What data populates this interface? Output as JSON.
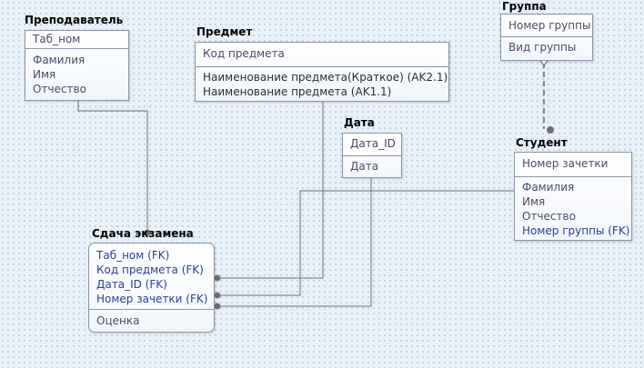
{
  "entities": {
    "teacher": {
      "title": "Преподаватель",
      "keys": [
        "Таб_ном"
      ],
      "attrs": [
        "Фамилия",
        "Имя",
        "Отчество"
      ]
    },
    "subject": {
      "title": "Предмет",
      "keys": [
        "Код предмета"
      ],
      "attrs": [
        "Наименование предмета(Краткое) (AK2.1)",
        "Наименование предмета (AK1.1)"
      ]
    },
    "group": {
      "title": "Группа",
      "keys": [
        "Номер группы"
      ],
      "attrs": [
        "Вид группы"
      ]
    },
    "date": {
      "title": "Дата",
      "keys": [
        "Дата_ID"
      ],
      "attrs": [
        "Дата"
      ]
    },
    "student": {
      "title": "Студент",
      "keys": [
        "Номер зачетки"
      ],
      "attrs": [
        "Фамилия",
        "Имя",
        "Отчество",
        "Номер группы (FK)"
      ]
    },
    "exam": {
      "title": "Сдача экзамена",
      "keys": [
        "Таб_ном (FK)",
        "Код предмета (FK)",
        "Дата_ID (FK)",
        "Номер зачетки (FK)"
      ],
      "attrs": [
        "Оценка"
      ]
    }
  },
  "colors": {
    "line": "#707070",
    "fk_text": "#2a3f9a",
    "border": "#8a96a4"
  }
}
